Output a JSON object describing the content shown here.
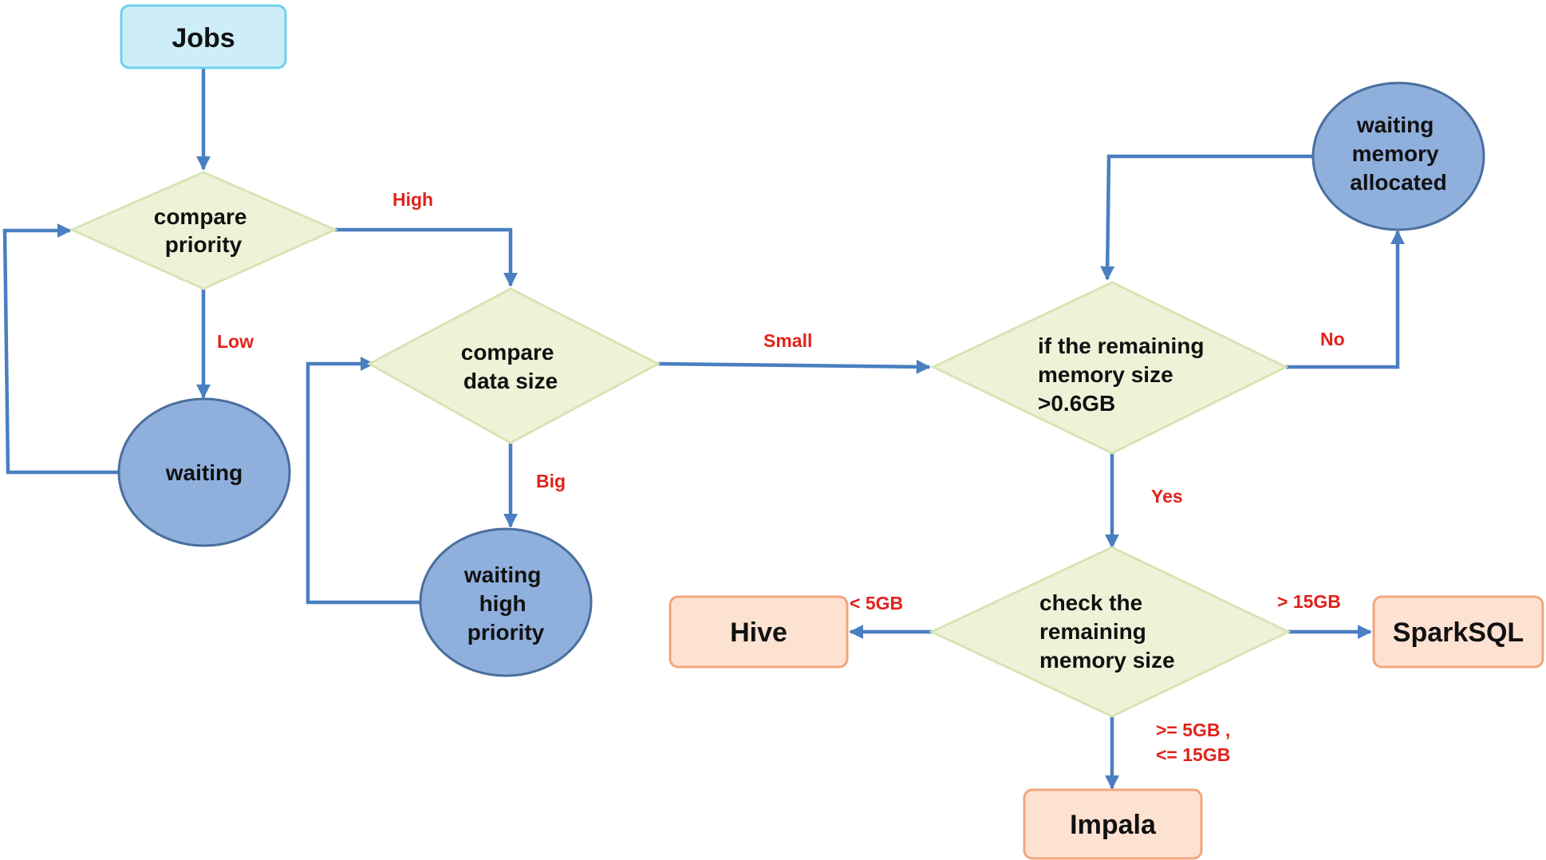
{
  "colors": {
    "start_fill": "#cdeef9",
    "start_stroke": "#6fd0ef",
    "decision_fill": "#eef3d8",
    "decision_stroke": "#d8e4b4",
    "wait_fill": "#8fb0dd",
    "wait_stroke": "#4a6f9e",
    "end_fill": "#fde2d2",
    "end_stroke": "#f2a67c",
    "edge": "#4a7fc1",
    "label": "#e0231b"
  },
  "nodes": {
    "jobs": "Jobs",
    "compare_priority": [
      "compare",
      "priority"
    ],
    "waiting": "waiting",
    "compare_data_size": [
      "compare",
      "data size"
    ],
    "waiting_high_priority": [
      "waiting",
      "high",
      "priority"
    ],
    "if_remaining_memory": [
      "if the remaining",
      "memory size",
      ">0.6GB"
    ],
    "waiting_memory_allocated": [
      "waiting",
      "memory",
      "allocated"
    ],
    "check_remaining_memory": [
      "check the",
      "remaining",
      "memory size"
    ],
    "hive": "Hive",
    "sparksql": "SparkSQL",
    "impala": "Impala"
  },
  "edge_labels": {
    "high": "High",
    "low": "Low",
    "small": "Small",
    "big": "Big",
    "no": "No",
    "yes": "Yes",
    "lt_5gb": "< 5GB",
    "gt_15gb": "> 15GB",
    "between": [
      ">= 5GB ,",
      "<= 15GB"
    ]
  }
}
